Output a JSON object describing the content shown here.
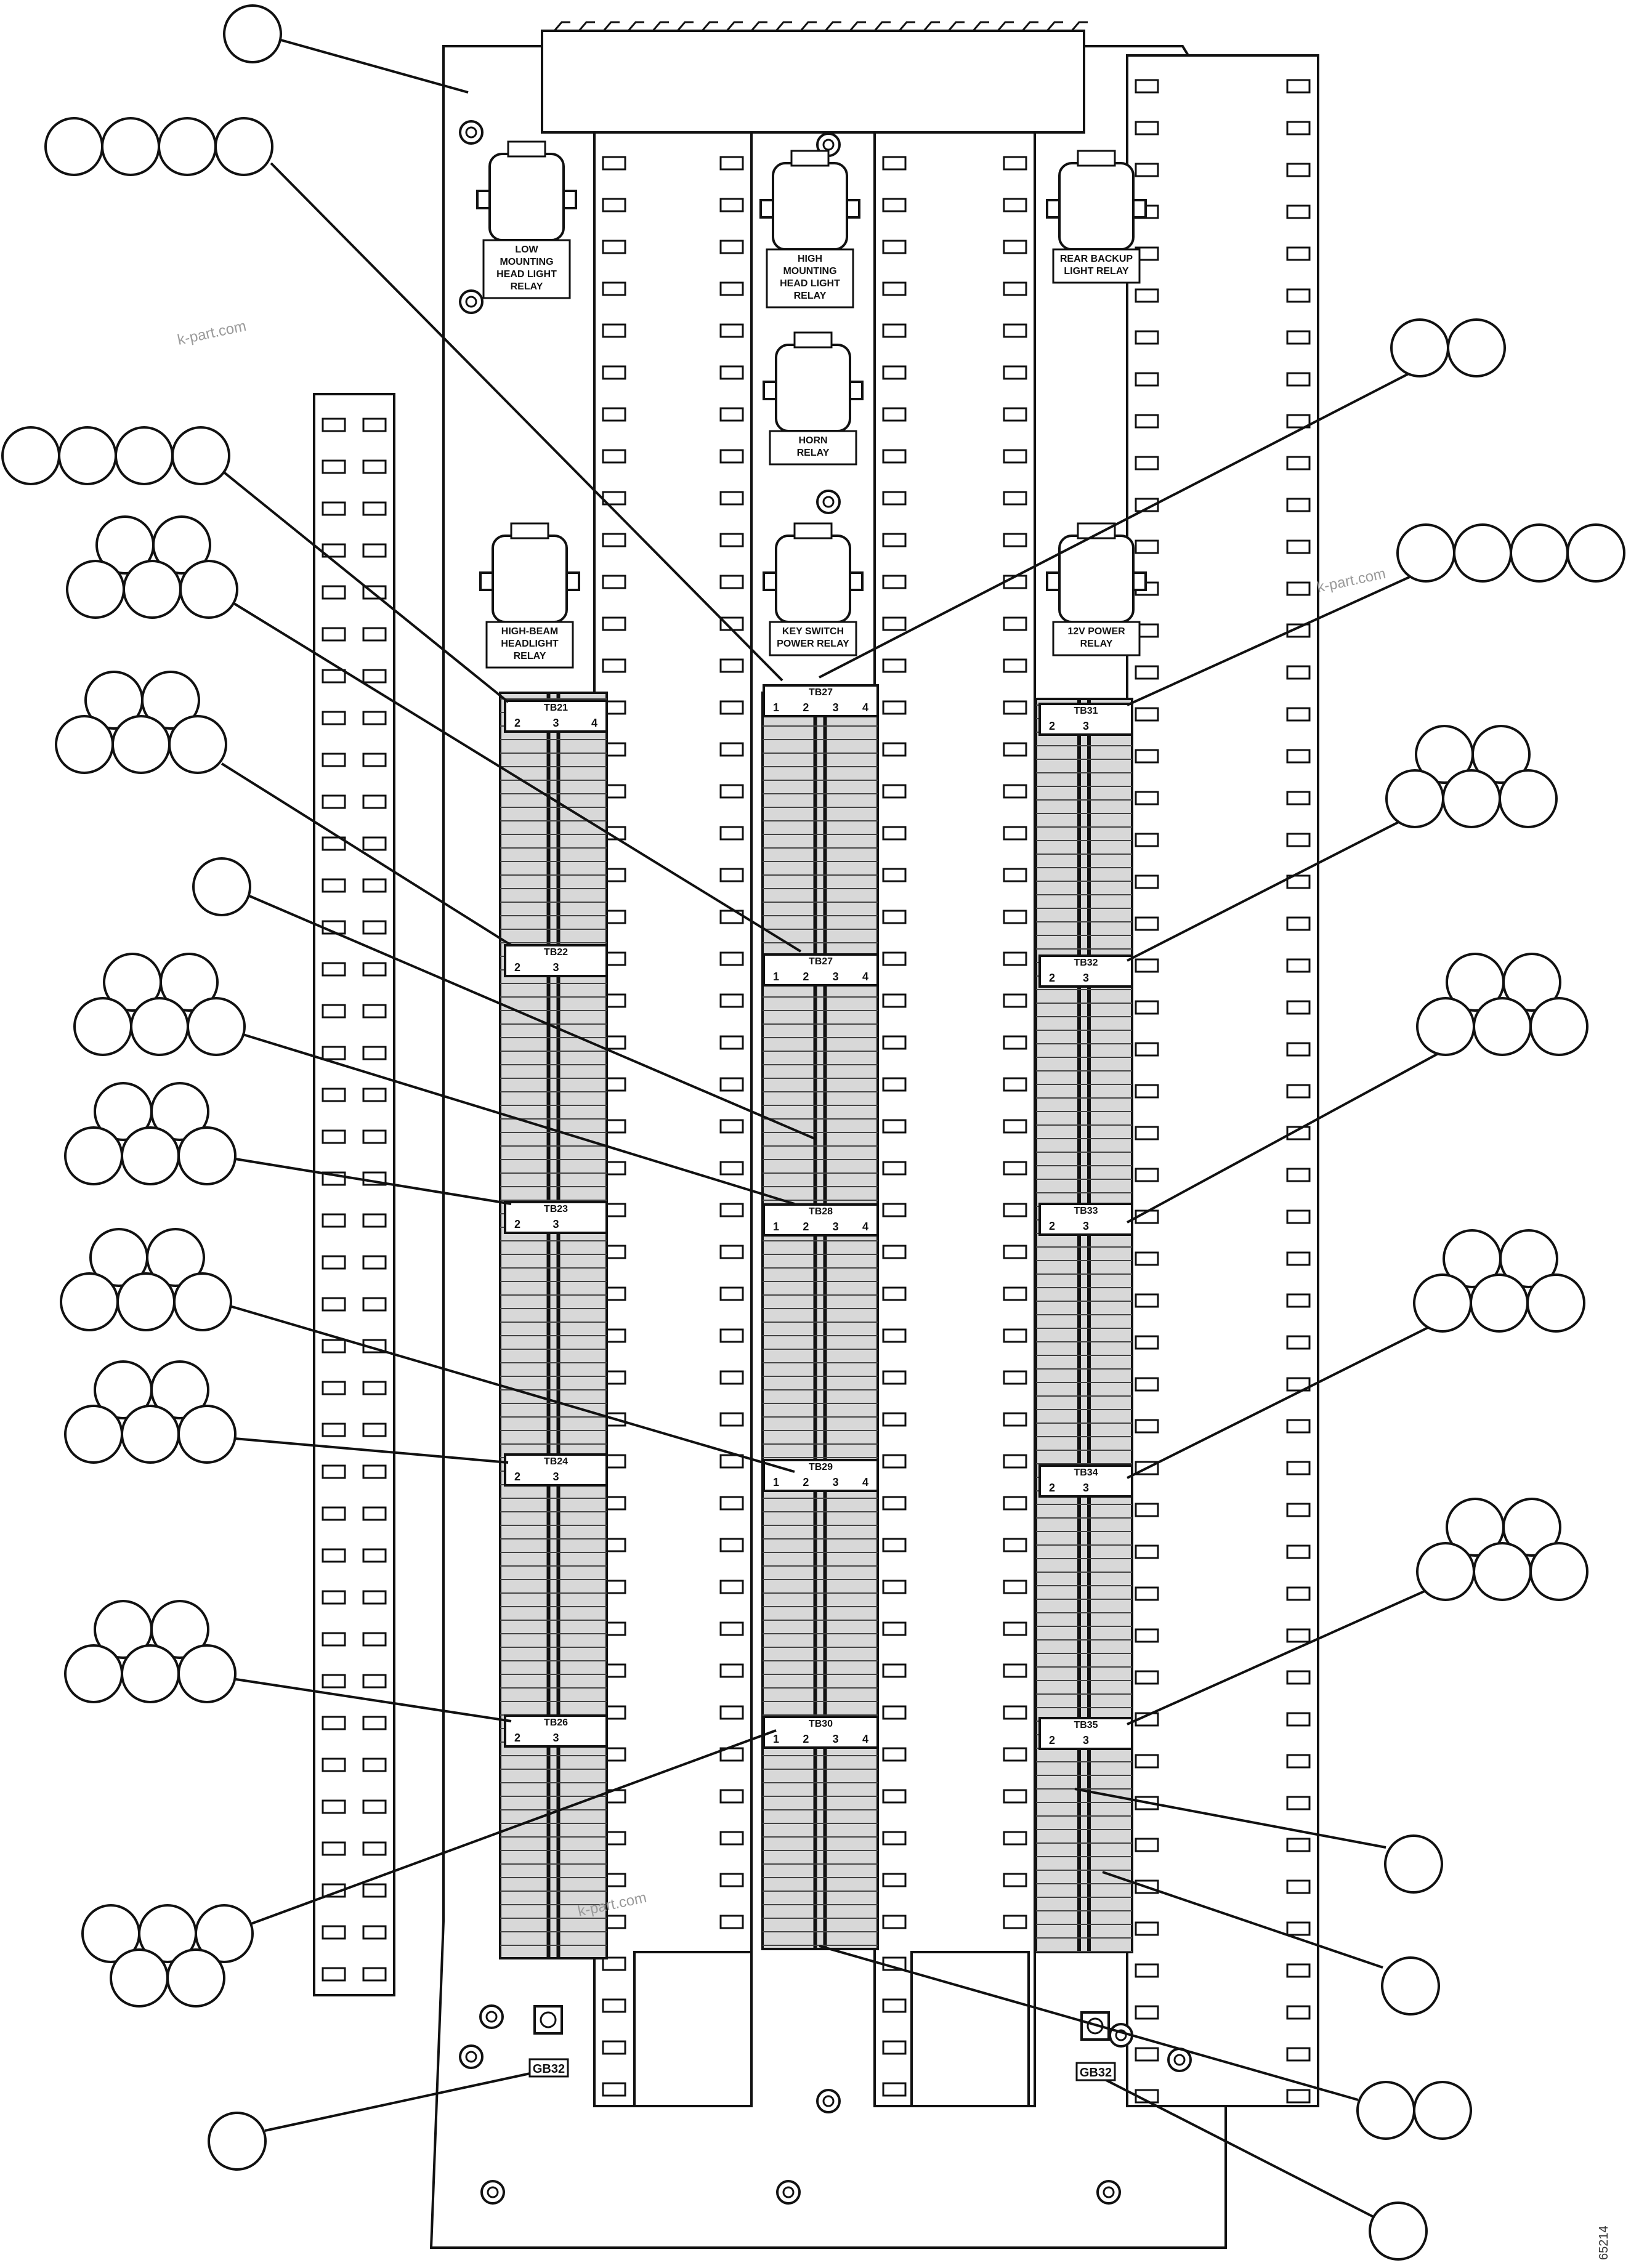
{
  "relays": {
    "low_mount": [
      "LOW",
      "MOUNTING",
      "HEAD LIGHT",
      "RELAY"
    ],
    "high_mount": [
      "HIGH",
      "MOUNTING",
      "HEAD LIGHT",
      "RELAY"
    ],
    "rear_backup": [
      "REAR BACKUP",
      "LIGHT RELAY"
    ],
    "horn": [
      "HORN",
      "RELAY"
    ],
    "high_beam": [
      "HIGH-BEAM",
      "HEADLIGHT",
      "RELAY"
    ],
    "key_switch": [
      "KEY SWITCH",
      "POWER RELAY"
    ],
    "power_12v": [
      "12V POWER",
      "RELAY"
    ]
  },
  "terminal_blocks": {
    "tb21": "TB21",
    "tb22": "TB22",
    "tb23": "TB23",
    "tb24": "TB24",
    "tb26": "TB26",
    "tb27": "TB27",
    "tb28": "TB28",
    "tb29": "TB29",
    "tb30": "TB30",
    "tb31": "TB31",
    "tb32": "TB32",
    "tb33": "TB33",
    "tb34": "TB34",
    "tb35": "TB35"
  },
  "ground_blocks": {
    "left": "GB32",
    "right": "GB32"
  },
  "terminal_numbers": {
    "n1": "1",
    "n2": "2",
    "n3": "3",
    "n4": "4"
  },
  "watermarks": {
    "w1": "k-part.com",
    "w2": "k-part.com",
    "w3": "k-part.com"
  },
  "figure_number": "65214",
  "colors": {
    "stroke": "#111111",
    "panel": "#ffffff",
    "terminal": "#d8d8d8"
  }
}
